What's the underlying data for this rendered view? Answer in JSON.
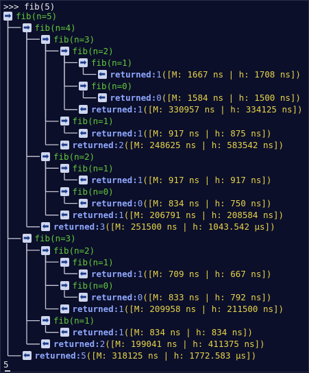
{
  "terminal": {
    "prompt": ">>> fib(5)",
    "output": "5",
    "colors": {
      "background": "#0c0f2a",
      "call": "#60c93a",
      "returned": "#8fa8ff",
      "timing": "#e6d34a",
      "tree_lines": "#c8c8d8"
    },
    "icons": {
      "call": "right-arrow-badge-icon",
      "return": "left-arrow-badge-icon"
    }
  },
  "trace": [
    {
      "type": "call",
      "depth": 0,
      "text": "fib(n=5)"
    },
    {
      "type": "call",
      "depth": 1,
      "text": "fib(n=4)"
    },
    {
      "type": "call",
      "depth": 2,
      "text": "fib(n=3)"
    },
    {
      "type": "call",
      "depth": 3,
      "text": "fib(n=2)"
    },
    {
      "type": "call",
      "depth": 4,
      "text": "fib(n=1)"
    },
    {
      "type": "return",
      "depth": 5,
      "label": "returned:",
      "value": "1",
      "timing": "([M: 1667 ns | h: 1708 ns])"
    },
    {
      "type": "call",
      "depth": 4,
      "text": "fib(n=0)"
    },
    {
      "type": "return",
      "depth": 5,
      "label": "returned:",
      "value": "0",
      "timing": "([M: 1584 ns | h: 1500 ns])"
    },
    {
      "type": "return",
      "depth": 4,
      "label": "returned:",
      "value": "1",
      "timing": "([M: 330957 ns | h: 334125 ns])"
    },
    {
      "type": "call",
      "depth": 3,
      "text": "fib(n=1)"
    },
    {
      "type": "return",
      "depth": 4,
      "label": "returned:",
      "value": "1",
      "timing": "([M: 917 ns | h: 875 ns])"
    },
    {
      "type": "return",
      "depth": 3,
      "label": "returned:",
      "value": "2",
      "timing": "([M: 248625 ns | h: 583542 ns])"
    },
    {
      "type": "call",
      "depth": 2,
      "text": "fib(n=2)"
    },
    {
      "type": "call",
      "depth": 3,
      "text": "fib(n=1)"
    },
    {
      "type": "return",
      "depth": 4,
      "label": "returned:",
      "value": "1",
      "timing": "([M: 917 ns | h: 917 ns])"
    },
    {
      "type": "call",
      "depth": 3,
      "text": "fib(n=0)"
    },
    {
      "type": "return",
      "depth": 4,
      "label": "returned:",
      "value": "0",
      "timing": "([M: 834 ns | h: 750 ns])"
    },
    {
      "type": "return",
      "depth": 3,
      "label": "returned:",
      "value": "1",
      "timing": "([M: 206791 ns | h: 208584 ns])"
    },
    {
      "type": "return",
      "depth": 2,
      "label": "returned:",
      "value": "3",
      "timing": "([M: 251500 ns | h: 1043.542 µs])"
    },
    {
      "type": "call",
      "depth": 1,
      "text": "fib(n=3)"
    },
    {
      "type": "call",
      "depth": 2,
      "text": "fib(n=2)"
    },
    {
      "type": "call",
      "depth": 3,
      "text": "fib(n=1)"
    },
    {
      "type": "return",
      "depth": 4,
      "label": "returned:",
      "value": "1",
      "timing": "([M: 709 ns | h: 667 ns])"
    },
    {
      "type": "call",
      "depth": 3,
      "text": "fib(n=0)"
    },
    {
      "type": "return",
      "depth": 4,
      "label": "returned:",
      "value": "0",
      "timing": "([M: 833 ns | h: 792 ns])"
    },
    {
      "type": "return",
      "depth": 3,
      "label": "returned:",
      "value": "1",
      "timing": "([M: 209958 ns | h: 211500 ns])"
    },
    {
      "type": "call",
      "depth": 2,
      "text": "fib(n=1)"
    },
    {
      "type": "return",
      "depth": 3,
      "label": "returned:",
      "value": "1",
      "timing": "([M: 834 ns | h: 834 ns])"
    },
    {
      "type": "return",
      "depth": 2,
      "label": "returned:",
      "value": "2",
      "timing": "([M: 199041 ns | h: 411375 ns])"
    },
    {
      "type": "return",
      "depth": 1,
      "label": "returned:",
      "value": "5",
      "timing": "([M: 318125 ns | h: 1772.583 µs])"
    }
  ]
}
